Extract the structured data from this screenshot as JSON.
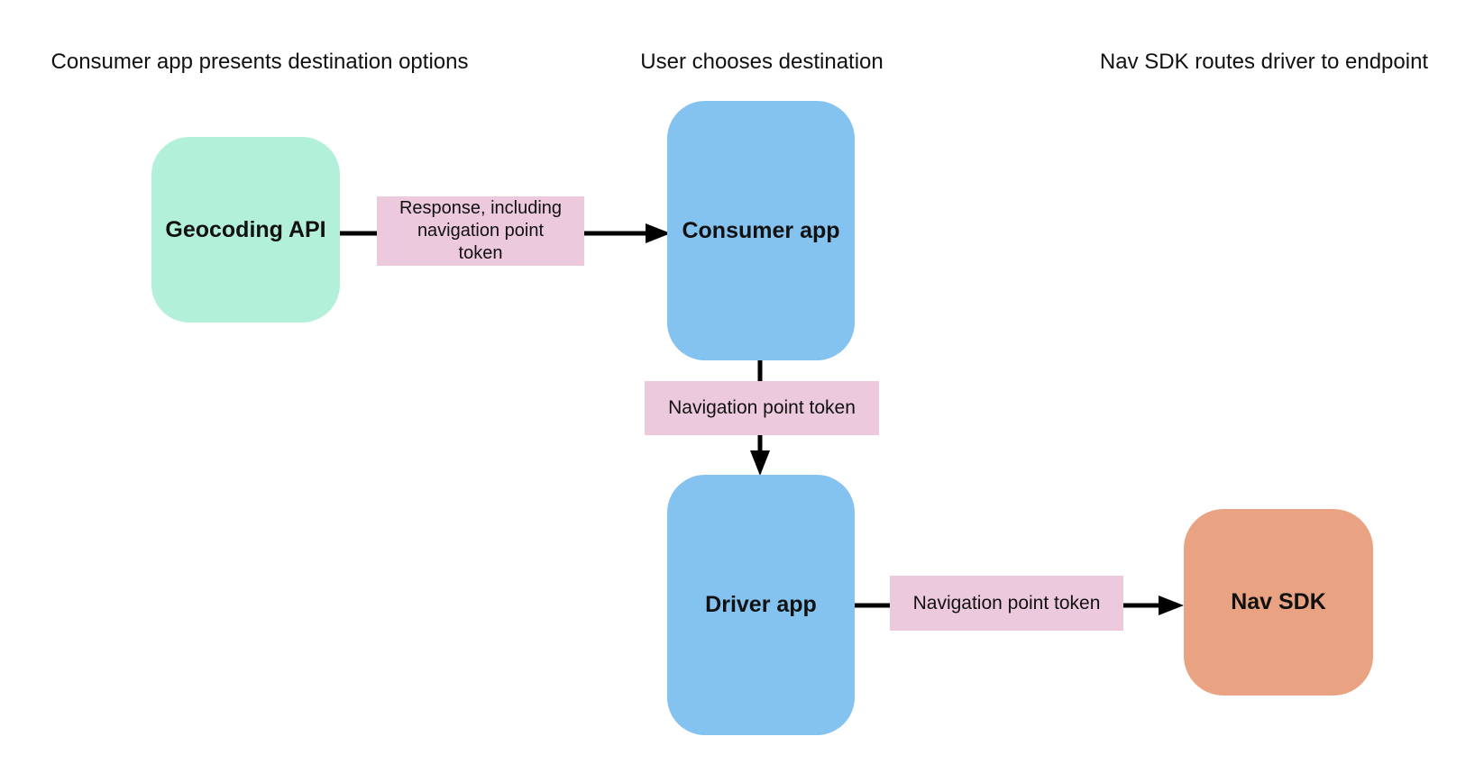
{
  "colors": {
    "background": "#ffffff",
    "node_green": "#b3f0d9",
    "node_blue": "#84c2f0",
    "node_orange": "#e9a383",
    "label_pink": "#ecc9dd",
    "arrow": "#000000",
    "text": "#111111"
  },
  "headers": [
    {
      "label": "Consumer app presents destination options"
    },
    {
      "label": "User chooses destination"
    },
    {
      "label": "Nav SDK routes driver to endpoint"
    }
  ],
  "nodes": {
    "geocoding": {
      "label": "Geocoding API",
      "color": "#b3f0d9"
    },
    "consumer": {
      "label": "Consumer app",
      "color": "#84c2f0"
    },
    "driver": {
      "label": "Driver app",
      "color": "#84c2f0"
    },
    "navsdk": {
      "label": "Nav SDK",
      "color": "#e9a383"
    }
  },
  "edges": {
    "geocoding_to_consumer": {
      "label": "Response, including\nnavigation point\ntoken"
    },
    "consumer_to_driver": {
      "label": "Navigation point token"
    },
    "driver_to_navsdk": {
      "label": "Navigation point token"
    }
  }
}
